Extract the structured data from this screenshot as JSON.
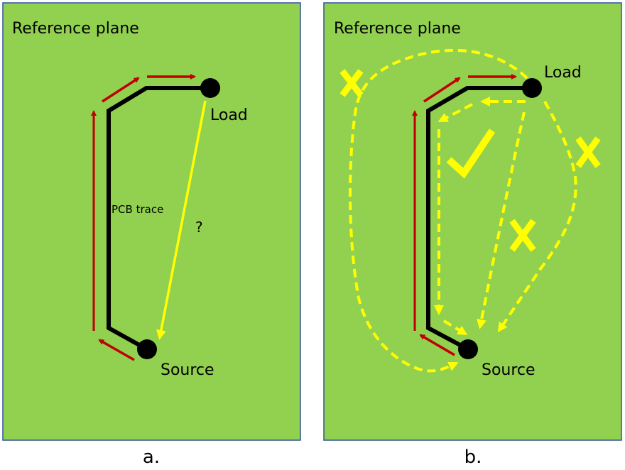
{
  "colors": {
    "plane_fill": "#92d050",
    "plane_border": "#2f5597",
    "trace": "#000000",
    "return_current": "#c00000",
    "path": "#ffff00"
  },
  "panels": [
    {
      "id": "a",
      "title": "Reference plane",
      "load_label": "Load",
      "source_label": "Source",
      "trace_label": "PCB trace",
      "question_mark": "?",
      "caption": "a."
    },
    {
      "id": "b",
      "title": "Reference plane",
      "load_label": "Load",
      "source_label": "Source",
      "caption": "b.",
      "markers": [
        {
          "name": "wrong-path-marker-outer-left",
          "symbol": "cross"
        },
        {
          "name": "correct-path-marker",
          "symbol": "check"
        },
        {
          "name": "wrong-path-marker-right",
          "symbol": "cross"
        },
        {
          "name": "wrong-path-marker-direct",
          "symbol": "cross"
        }
      ]
    }
  ]
}
